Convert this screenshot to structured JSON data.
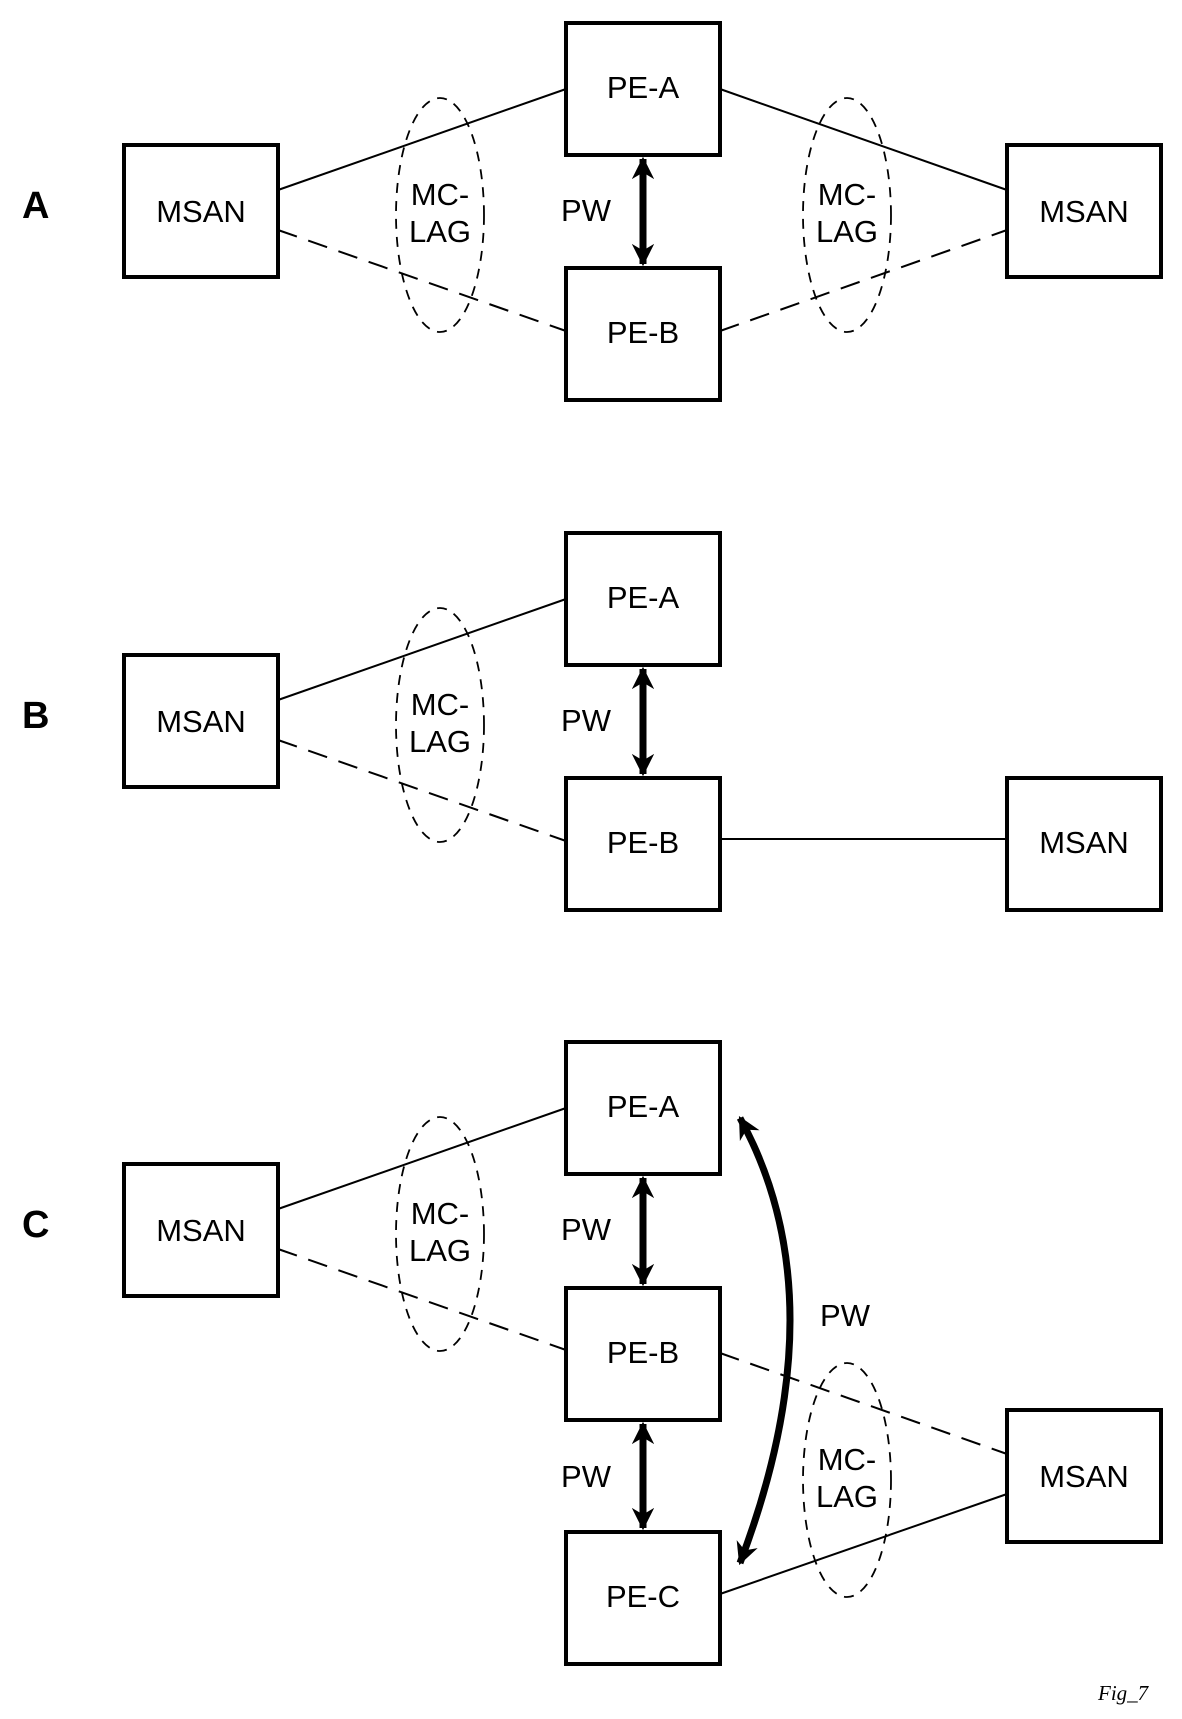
{
  "figure": {
    "caption": "Fig_7",
    "colors": {
      "stroke": "#000000",
      "background": "#ffffff"
    }
  },
  "sections": [
    {
      "label": "A",
      "nodes": {
        "msan_left": "MSAN",
        "pe_a": "PE-A",
        "pe_b": "PE-B",
        "msan_right": "MSAN"
      },
      "pw_labels": [
        "PW"
      ],
      "mclag": [
        {
          "line1": "MC-",
          "line2": "LAG"
        },
        {
          "line1": "MC-",
          "line2": "LAG"
        }
      ],
      "links": [
        {
          "from": "MSAN (left)",
          "to": "PE-A",
          "style": "solid"
        },
        {
          "from": "MSAN (left)",
          "to": "PE-B",
          "style": "dashed"
        },
        {
          "from": "PE-A",
          "to": "MSAN (right)",
          "style": "solid"
        },
        {
          "from": "PE-B",
          "to": "MSAN (right)",
          "style": "dashed"
        },
        {
          "from": "PE-A",
          "to": "PE-B",
          "style": "PW bidirectional"
        }
      ]
    },
    {
      "label": "B",
      "nodes": {
        "msan_left": "MSAN",
        "pe_a": "PE-A",
        "pe_b": "PE-B",
        "msan_right": "MSAN"
      },
      "pw_labels": [
        "PW"
      ],
      "mclag": [
        {
          "line1": "MC-",
          "line2": "LAG"
        }
      ],
      "links": [
        {
          "from": "MSAN (left)",
          "to": "PE-A",
          "style": "solid"
        },
        {
          "from": "MSAN (left)",
          "to": "PE-B",
          "style": "dashed"
        },
        {
          "from": "PE-B",
          "to": "MSAN (right)",
          "style": "solid"
        },
        {
          "from": "PE-A",
          "to": "PE-B",
          "style": "PW bidirectional"
        }
      ]
    },
    {
      "label": "C",
      "nodes": {
        "msan_left": "MSAN",
        "pe_a": "PE-A",
        "pe_b": "PE-B",
        "pe_c": "PE-C",
        "msan_right": "MSAN"
      },
      "pw_labels": [
        "PW",
        "PW",
        "PW"
      ],
      "mclag": [
        {
          "line1": "MC-",
          "line2": "LAG"
        },
        {
          "line1": "MC-",
          "line2": "LAG"
        }
      ],
      "links": [
        {
          "from": "MSAN (left)",
          "to": "PE-A",
          "style": "solid"
        },
        {
          "from": "MSAN (left)",
          "to": "PE-B",
          "style": "dashed"
        },
        {
          "from": "PE-B",
          "to": "MSAN (right)",
          "style": "dashed"
        },
        {
          "from": "PE-C",
          "to": "MSAN (right)",
          "style": "solid"
        },
        {
          "from": "PE-A",
          "to": "PE-B",
          "style": "PW bidirectional"
        },
        {
          "from": "PE-B",
          "to": "PE-C",
          "style": "PW bidirectional"
        },
        {
          "from": "PE-A",
          "to": "PE-C",
          "style": "PW bidirectional curved"
        }
      ]
    }
  ]
}
